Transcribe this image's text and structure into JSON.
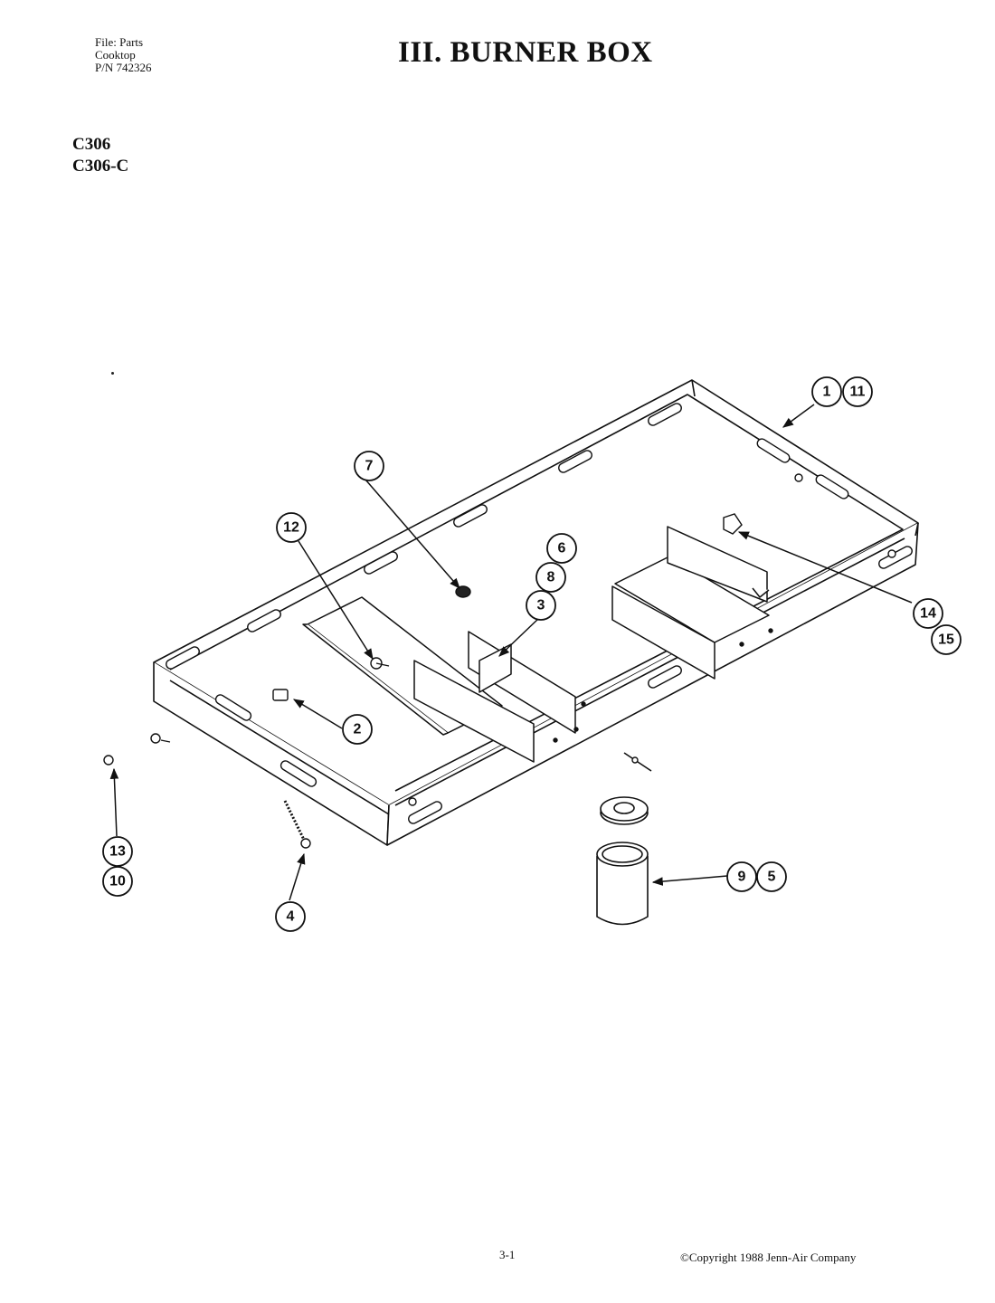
{
  "header": {
    "file_line1": "File: Parts",
    "file_line2": "Cooktop",
    "file_line3": "P/N 742326",
    "title": "III. BURNER BOX"
  },
  "models": [
    "C306",
    "C306-C"
  ],
  "callouts": {
    "c1": "1",
    "c11": "11",
    "c7": "7",
    "c12": "12",
    "c6": "6",
    "c8": "8",
    "c3": "3",
    "c2": "2",
    "c14": "14",
    "c15": "15",
    "c13": "13",
    "c10": "10",
    "c4": "4",
    "c9": "9",
    "c5": "5"
  },
  "footer": {
    "page": "3-1",
    "copyright": "©Copyright 1988 Jenn-Air Company"
  },
  "colors": {
    "ink": "#111111",
    "paper": "#ffffff"
  }
}
